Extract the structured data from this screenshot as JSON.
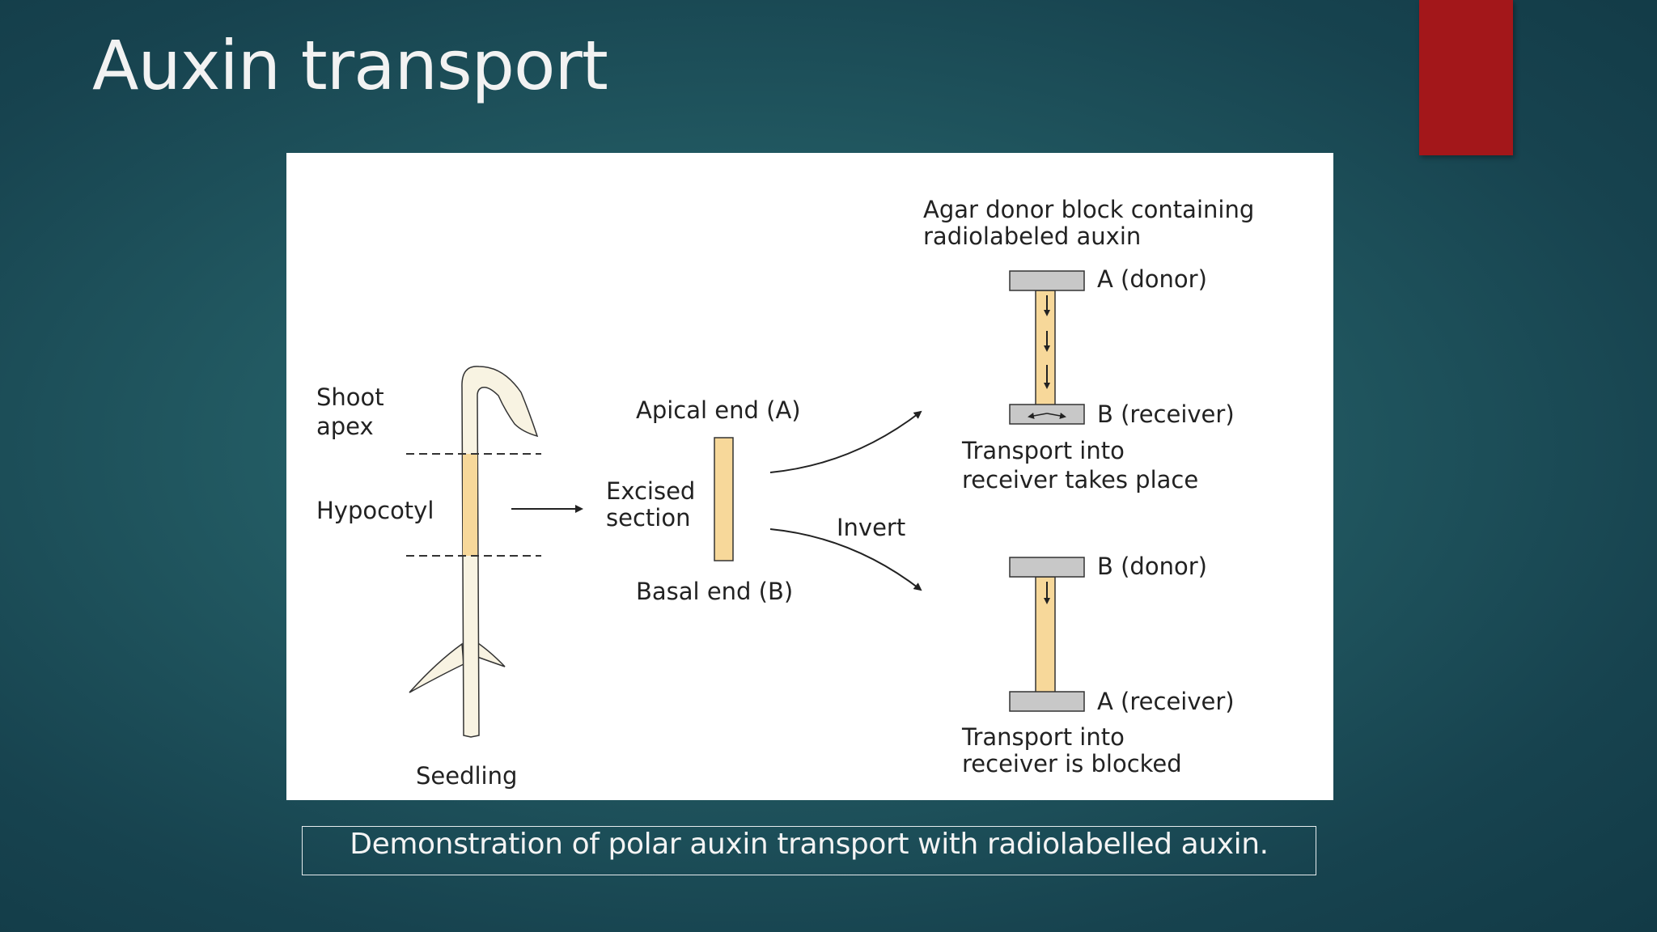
{
  "slide": {
    "title": "Auxin transport",
    "caption": "Demonstration of polar auxin transport with radiolabelled auxin.",
    "accent_color": "#a3171a"
  },
  "diagram": {
    "seedling": {
      "shoot_apex_line1": "Shoot",
      "shoot_apex_line2": "apex",
      "hypocotyl": "Hypocotyl",
      "seedling": "Seedling"
    },
    "section": {
      "apical_end": "Apical end (A)",
      "excised_line1": "Excised",
      "excised_line2": "section",
      "basal_end": "Basal end (B)",
      "invert": "Invert"
    },
    "upright": {
      "agar_line1": "Agar donor block containing",
      "agar_line2": "radiolabeled auxin",
      "donor": "A (donor)",
      "receiver": "B (receiver)",
      "result_line1": "Transport into",
      "result_line2": "receiver takes place"
    },
    "inverted": {
      "donor": "B (donor)",
      "receiver": "A (receiver)",
      "result_line1": "Transport into",
      "result_line2": "receiver is blocked"
    },
    "colors": {
      "tissue": "#f7d89a",
      "agar_block": "#c8c8c8",
      "seedling_fill": "#f8f3e2"
    }
  }
}
